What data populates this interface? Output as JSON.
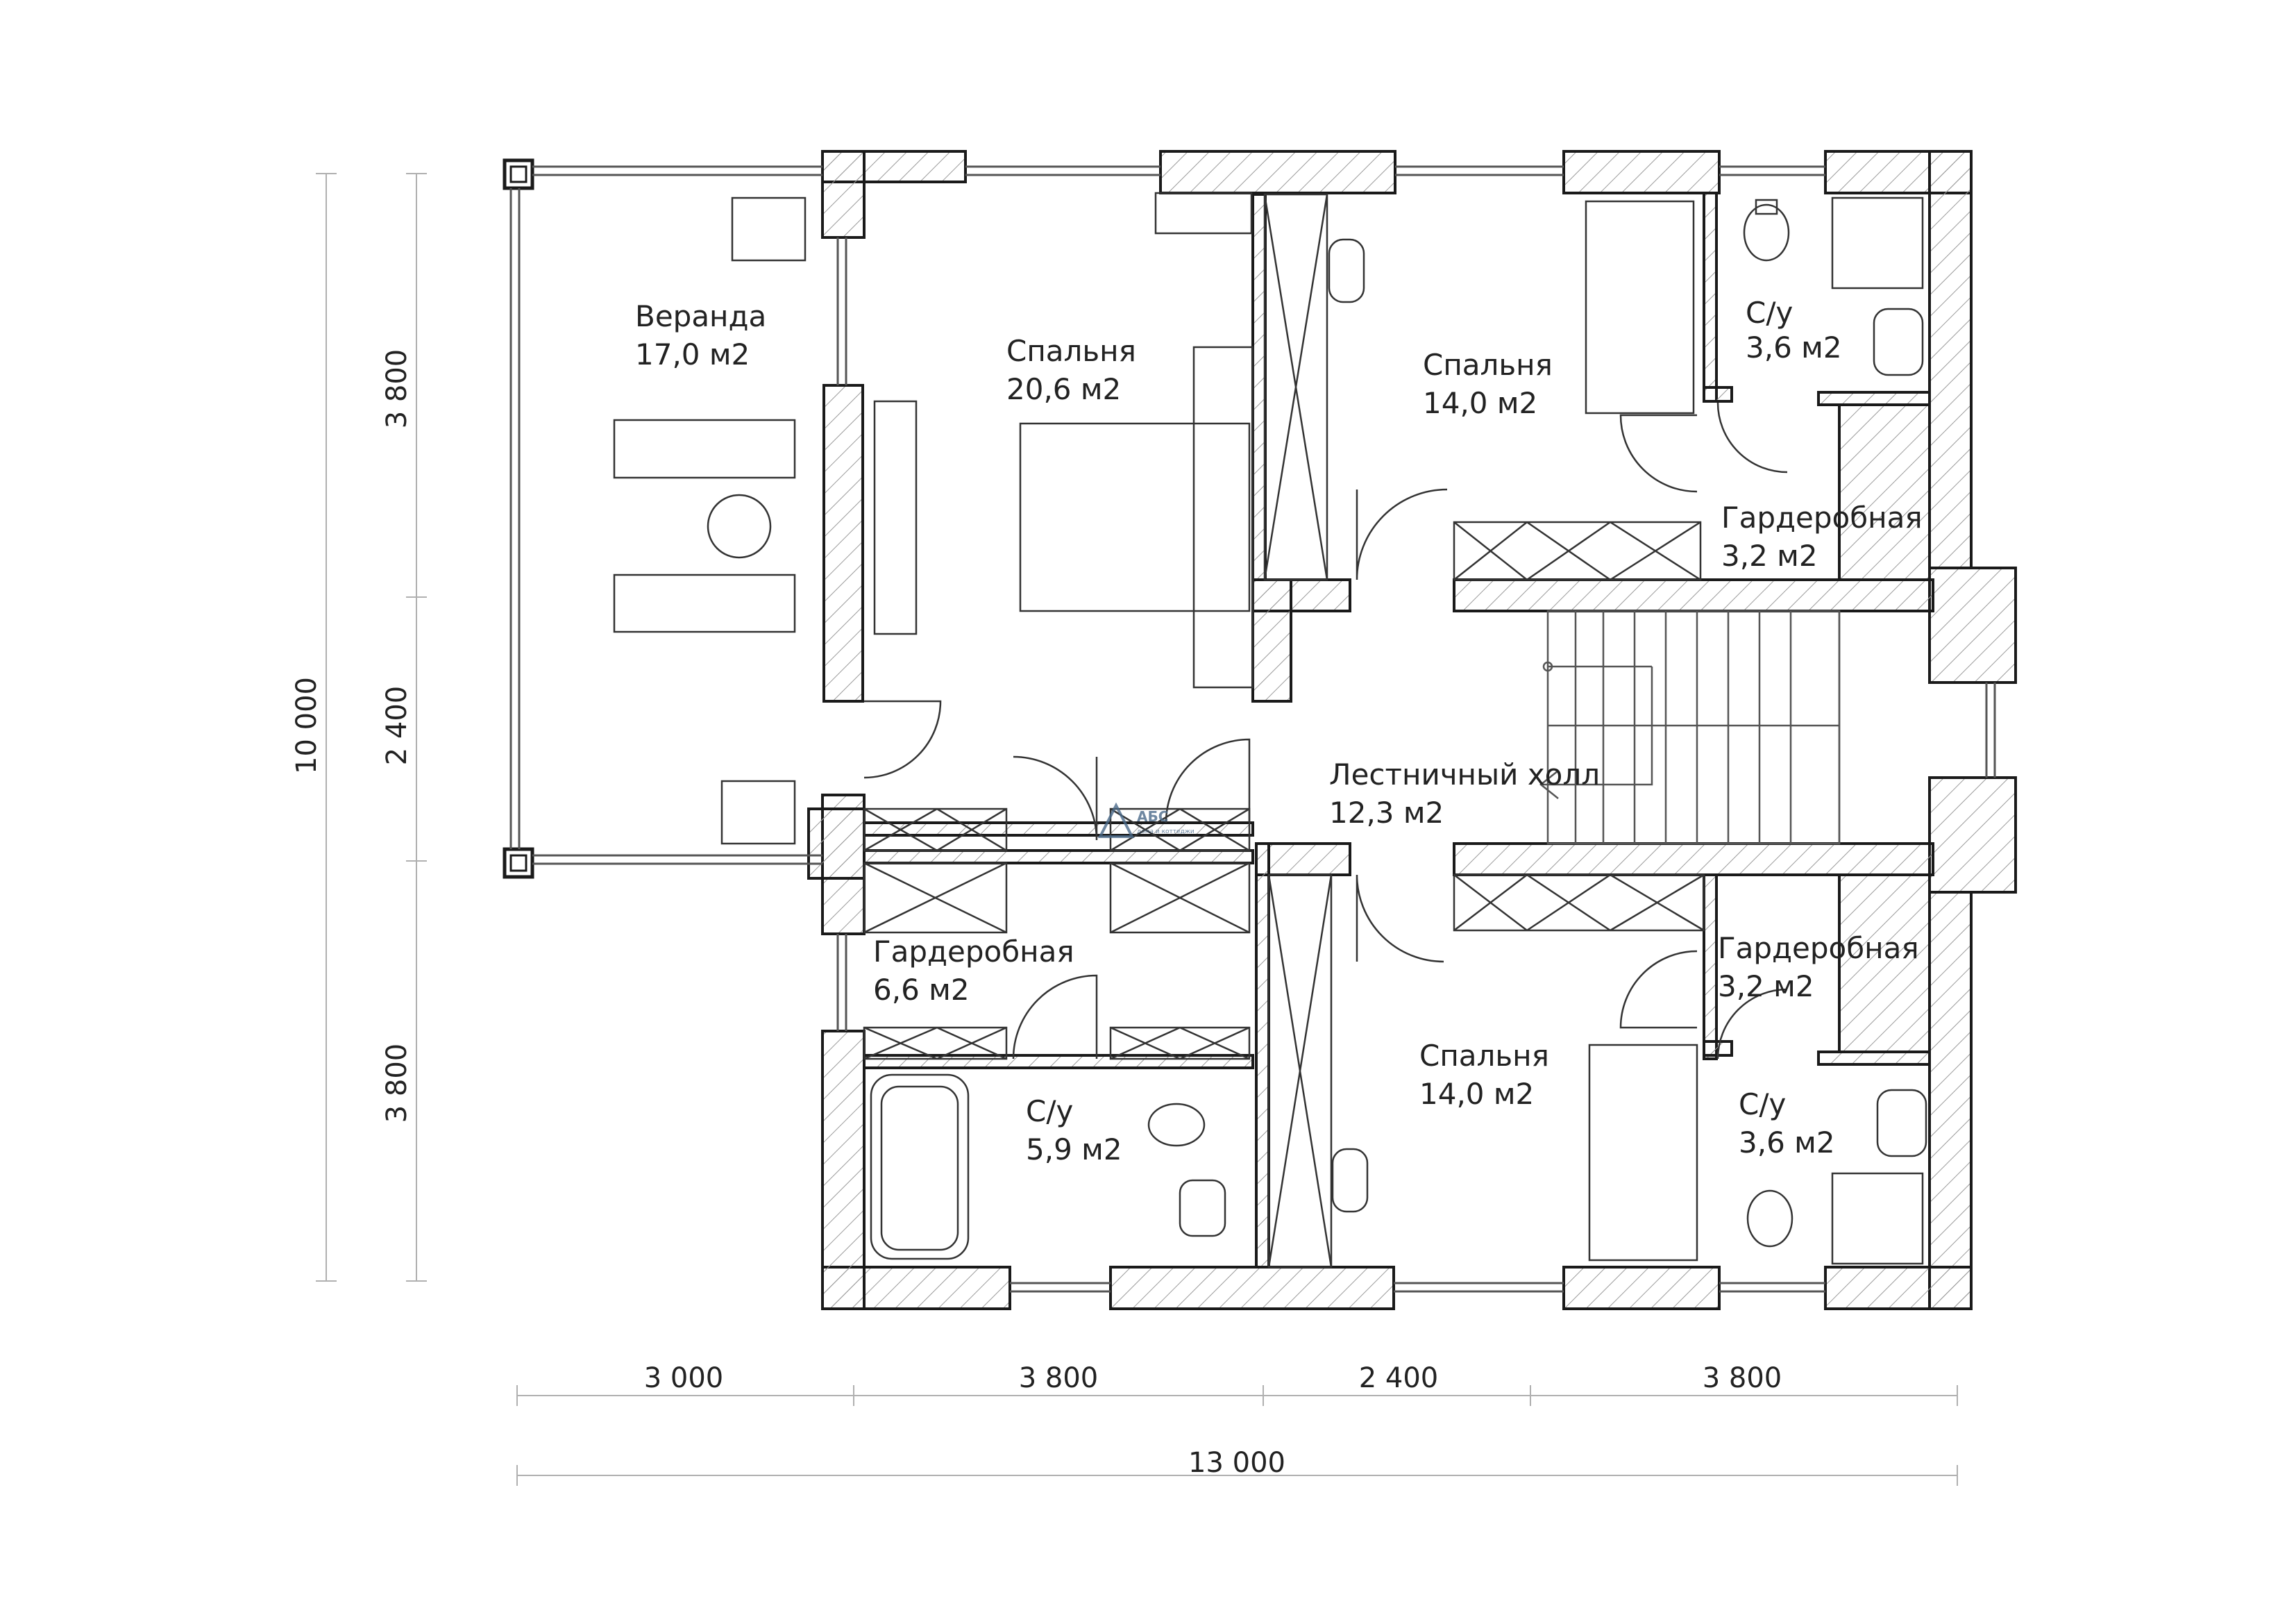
{
  "rooms": [
    {
      "id": "veranda",
      "name": "Веранда",
      "area": "17,0 м2"
    },
    {
      "id": "bedroom-master",
      "name": "Спальня",
      "area": "20,6 м2"
    },
    {
      "id": "bedroom-top",
      "name": "Спальня",
      "area": "14,0 м2"
    },
    {
      "id": "bath-top",
      "name": "С/у",
      "area": "3,6 м2"
    },
    {
      "id": "wardrobe-top",
      "name": "Гардеробная",
      "area": "3,2 м2"
    },
    {
      "id": "stair-hall",
      "name": "Лестничный холл",
      "area": "12,3 м2"
    },
    {
      "id": "wardrobe-left",
      "name": "Гардеробная",
      "area": "6,6 м2"
    },
    {
      "id": "wardrobe-bottom",
      "name": "Гардеробная",
      "area": "3,2 м2"
    },
    {
      "id": "bedroom-bottom",
      "name": "Спальня",
      "area": "14,0 м2"
    },
    {
      "id": "bath-left",
      "name": "С/у",
      "area": "5,9 м2"
    },
    {
      "id": "bath-bottom",
      "name": "С/у",
      "area": "3,6 м2"
    }
  ],
  "dimensions": {
    "horizontal": [
      "3 000",
      "3 800",
      "2 400",
      "3 800"
    ],
    "horizontal_total": "13 000",
    "vertical": [
      "3 800",
      "2 400",
      "3 800"
    ],
    "vertical_total": "10 000"
  },
  "logo": {
    "text": "АБС",
    "subtitle": "дома и коттеджи"
  },
  "colors": {
    "wall_line": "#1a1a1a",
    "wall_hatch": "#9a9a9a",
    "furniture": "#333333",
    "dim_line": "#b0b0b0"
  }
}
